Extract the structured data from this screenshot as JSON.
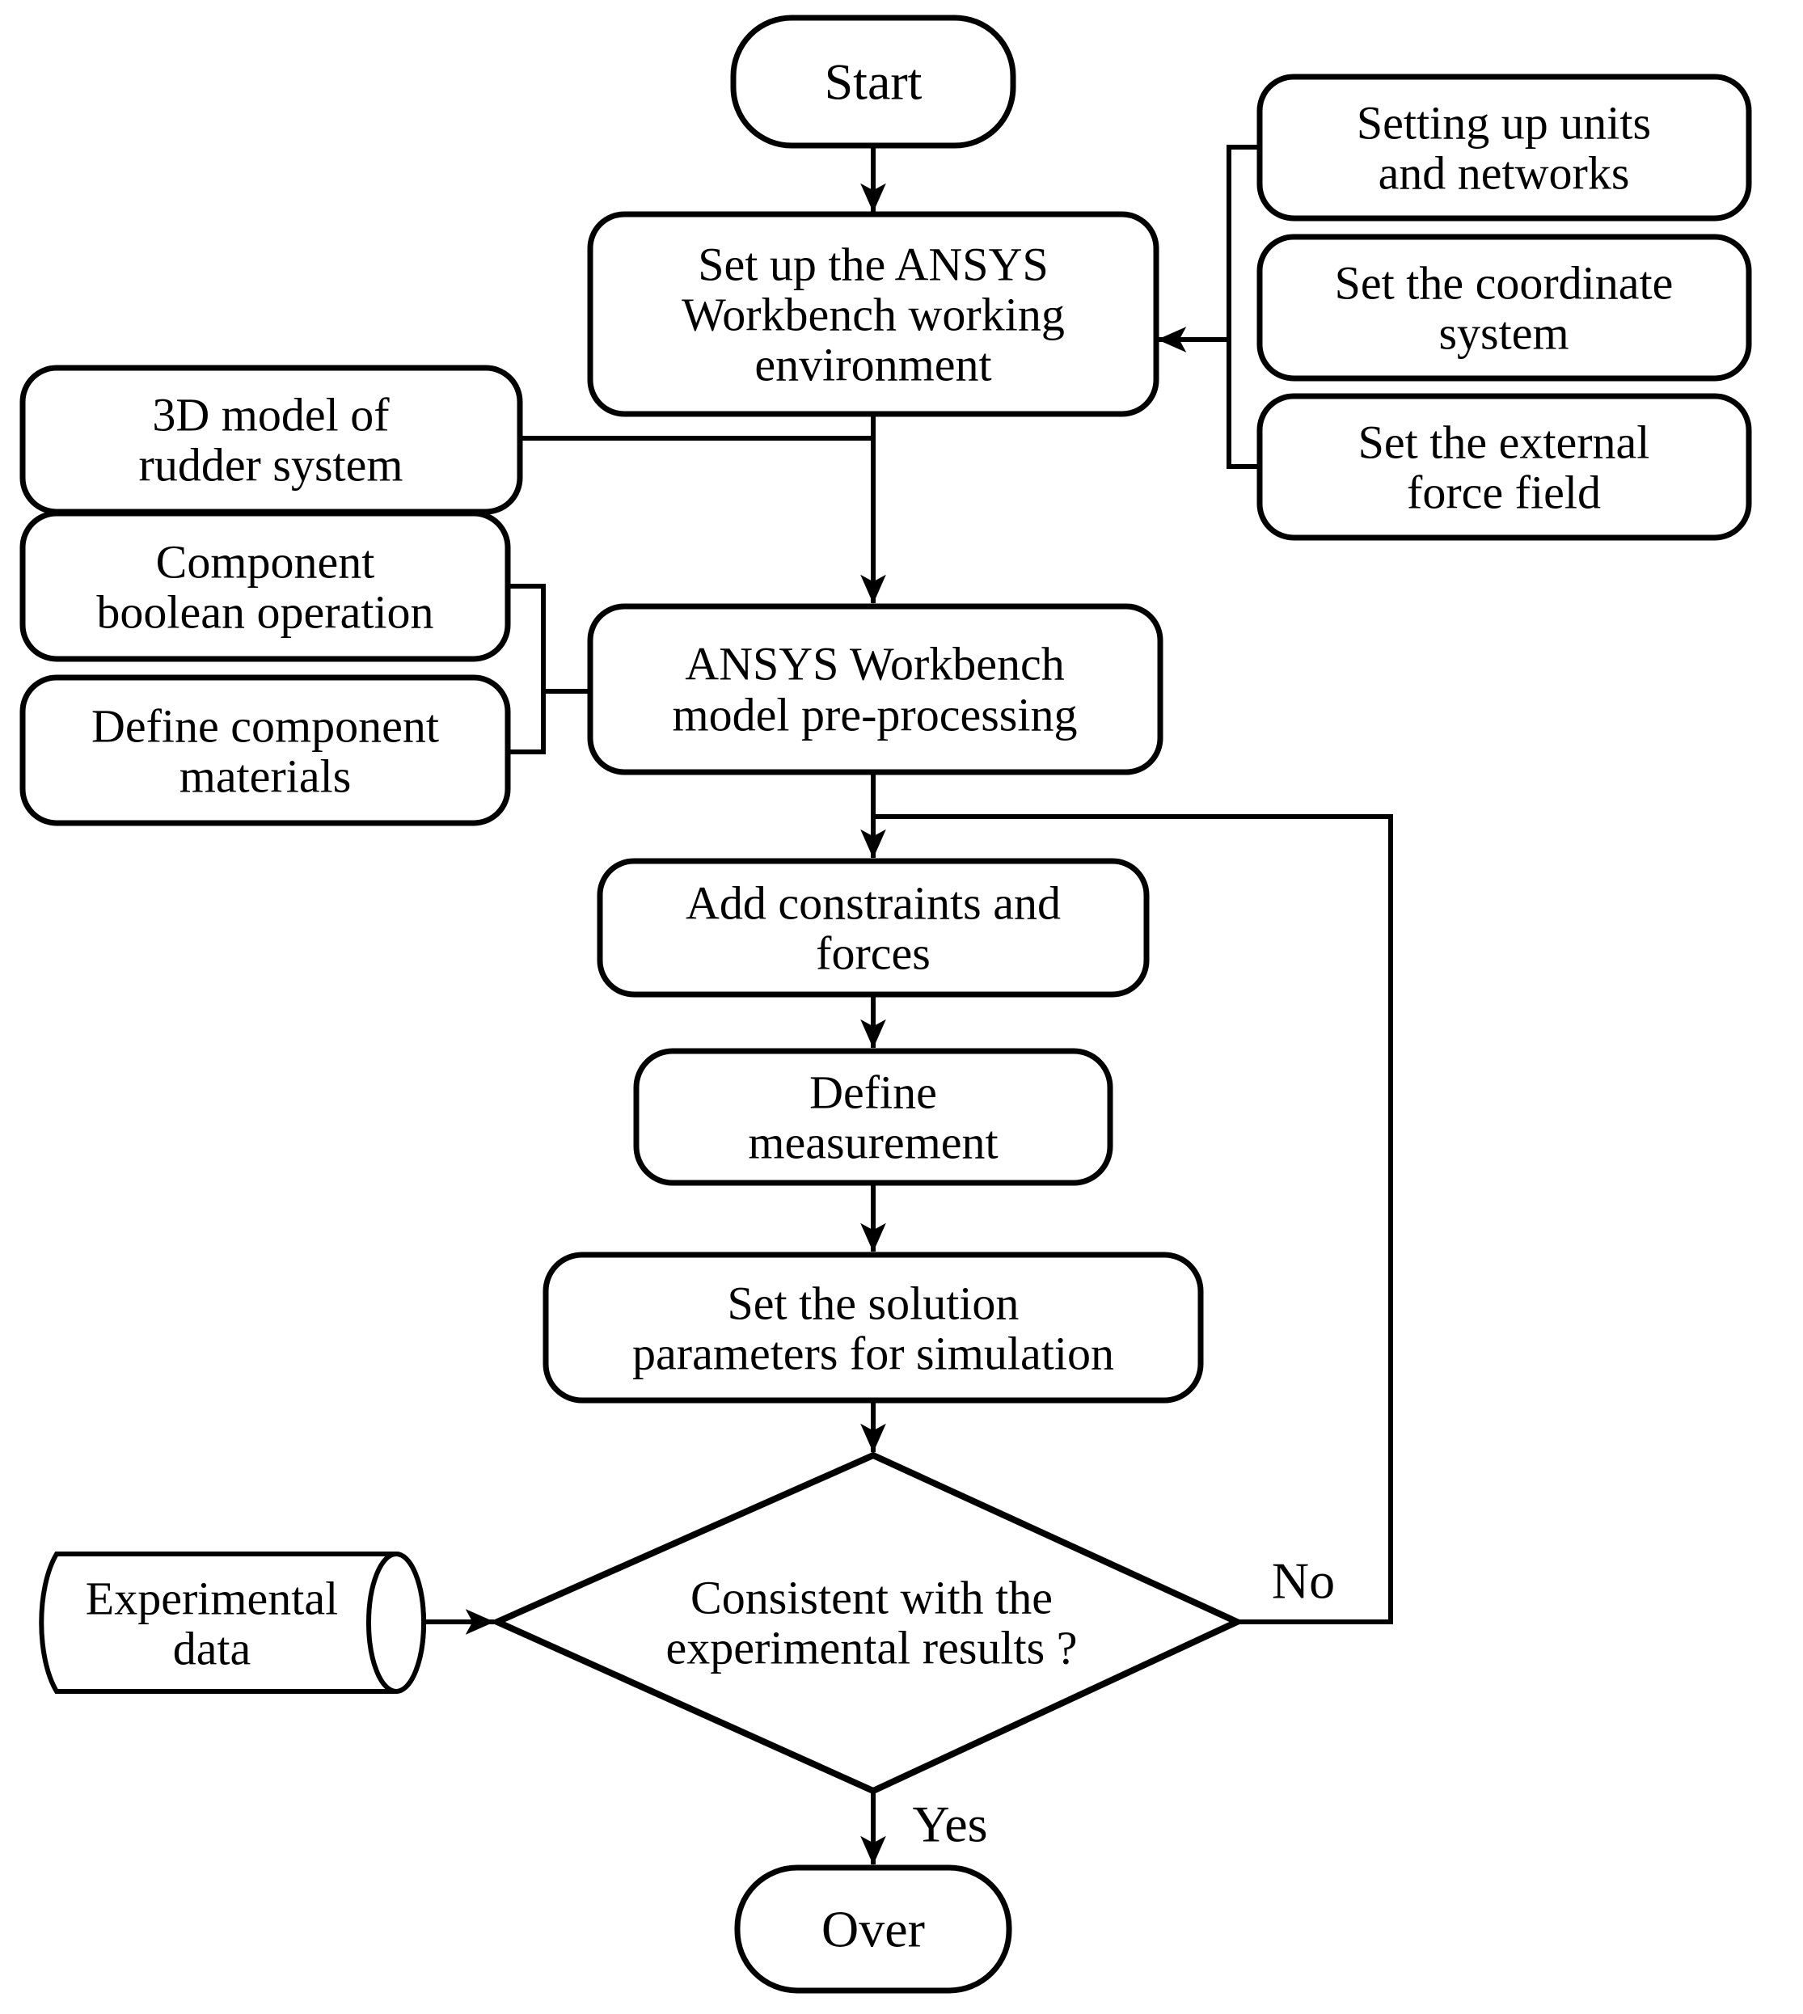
{
  "diagram": {
    "title": "ANSYS Workbench simulation flowchart",
    "background_color": "#ffffff",
    "stroke_color": "#000000",
    "text_color": "#000000"
  },
  "nodes": {
    "start": {
      "type": "terminator",
      "label": "Start"
    },
    "setup_env": {
      "type": "process",
      "lines": [
        "Set up the ANSYS",
        "Workbench working",
        "environment"
      ]
    },
    "units_networks": {
      "type": "process",
      "lines": [
        "Setting up units",
        "and networks"
      ]
    },
    "coordinate_system": {
      "type": "process",
      "lines": [
        "Set the coordinate",
        "system"
      ]
    },
    "external_force": {
      "type": "process",
      "lines": [
        "Set the external",
        "force field"
      ]
    },
    "model_3d": {
      "type": "process",
      "lines": [
        "3D model of",
        "rudder system"
      ]
    },
    "boolean_operation": {
      "type": "process",
      "lines": [
        "Component",
        "boolean operation"
      ]
    },
    "define_materials": {
      "type": "process",
      "lines": [
        "Define component",
        "materials"
      ]
    },
    "preprocessing": {
      "type": "process",
      "lines": [
        "ANSYS Workbench",
        "model pre-processing"
      ]
    },
    "constraints_forces": {
      "type": "process",
      "lines": [
        "Add constraints and",
        "forces"
      ]
    },
    "define_measurement": {
      "type": "process",
      "lines": [
        "Define",
        "measurement"
      ]
    },
    "solution_parameters": {
      "type": "process",
      "lines": [
        "Set the solution",
        "parameters for simulation"
      ]
    },
    "decision": {
      "type": "decision",
      "lines": [
        "Consistent with the",
        "experimental results ?"
      ]
    },
    "experimental_data": {
      "type": "stored-data",
      "lines": [
        "Experimental",
        "data"
      ]
    },
    "over": {
      "type": "terminator",
      "label": "Over"
    }
  },
  "edge_labels": {
    "no": "No",
    "yes": "Yes"
  }
}
